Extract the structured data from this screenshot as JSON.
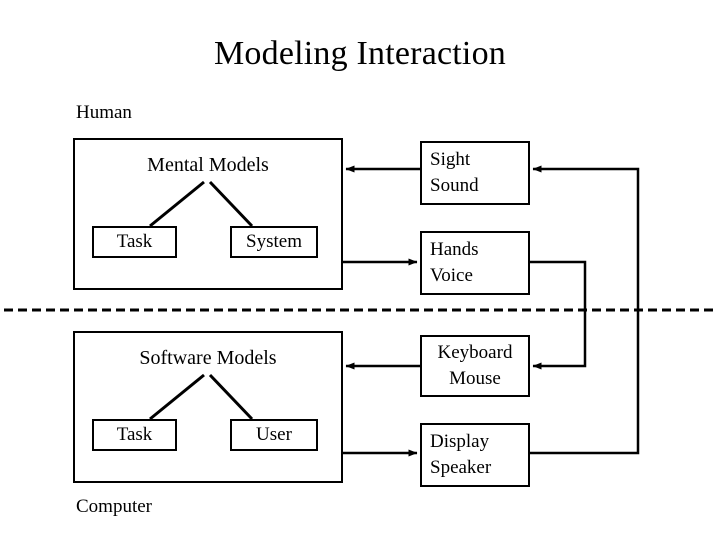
{
  "title": "Modeling Interaction",
  "regions": {
    "human_label": "Human",
    "computer_label": "Computer"
  },
  "human": {
    "group_title": "Mental Models",
    "children": [
      {
        "label": "Task"
      },
      {
        "label": "System"
      }
    ]
  },
  "computer": {
    "group_title": "Software Models",
    "children": [
      {
        "label": "Task"
      },
      {
        "label": "User"
      }
    ]
  },
  "io_boxes": {
    "human_input": {
      "line1": "Sight",
      "line2": "Sound"
    },
    "human_output": {
      "line1": "Hands",
      "line2": "Voice"
    },
    "computer_input": {
      "line1": "Keyboard",
      "line2": "Mouse"
    },
    "computer_output": {
      "line1": "Display",
      "line2": "Speaker"
    }
  },
  "colors": {
    "stroke": "#000000",
    "background": "#ffffff",
    "text": "#000000"
  },
  "divider": {
    "style": "dashed",
    "description": "human-computer boundary"
  }
}
